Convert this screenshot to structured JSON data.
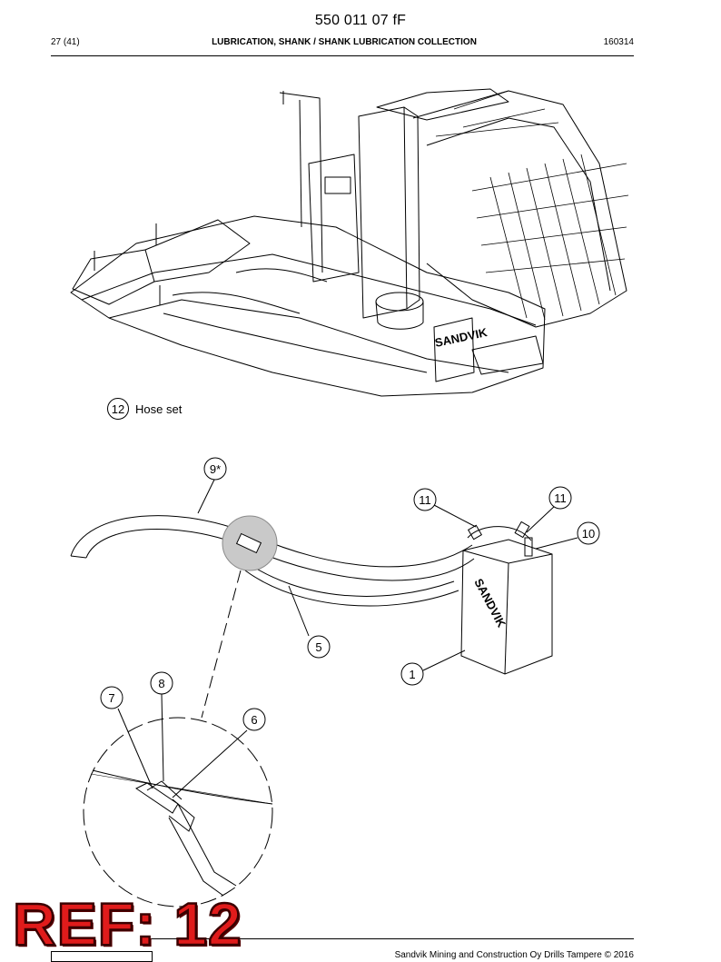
{
  "header": {
    "doc_number": "550 011 07 fF",
    "page": "27 (41)",
    "title": "LUBRICATION, SHANK / SHANK LUBRICATION COLLECTION",
    "date": "160314"
  },
  "caption": {
    "number": "12",
    "text": "Hose set"
  },
  "callouts": {
    "c9": "9*",
    "c11a": "11",
    "c11b": "11",
    "c10": "10",
    "c5": "5",
    "c1": "1",
    "c8": "8",
    "c7": "7",
    "c6": "6"
  },
  "tank_brand": "SANDVIK",
  "machine_brand": "SANDVIK",
  "footer": {
    "copyright": "Sandvik Mining and Construction Oy Drills Tampere © 2016"
  },
  "stamp": "REF: 12"
}
